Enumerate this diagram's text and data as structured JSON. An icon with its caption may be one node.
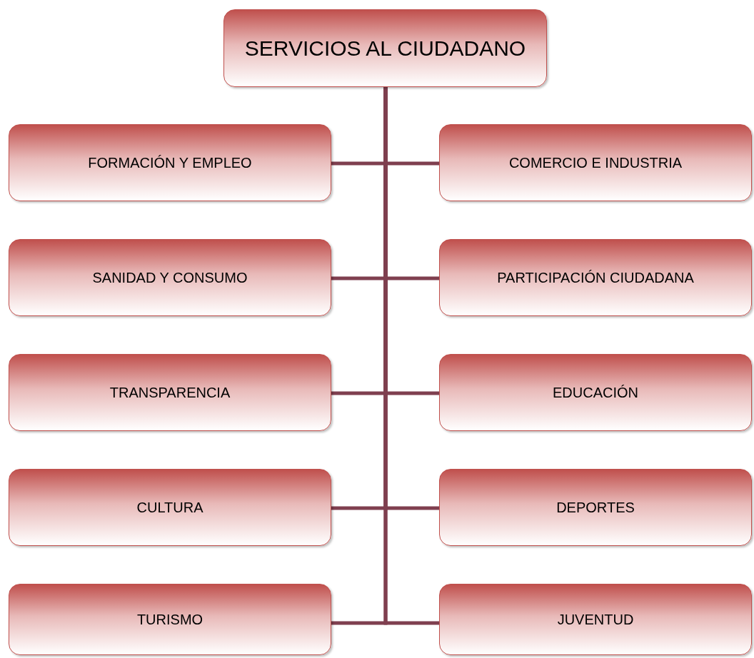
{
  "diagram": {
    "nodes": [
      {
        "text": [
          "SERVICIOS AL CIUDADANO"
        ]
      },
      {
        "text": [
          "FORMACIÓN Y EMPLEO"
        ]
      },
      {
        "text": [
          "COMERCIO E INDUSTRIA"
        ]
      },
      {
        "text": [
          "SANIDAD Y CONSUMO"
        ]
      },
      {
        "text": [
          "PARTICIPACIÓN CIUDADANA"
        ]
      },
      {
        "text": [
          "TRANSPARENCIA"
        ]
      },
      {
        "text": [
          "EDUCACIÓN"
        ]
      },
      {
        "text": [
          "CULTURA"
        ]
      },
      {
        "text": [
          "DEPORTES"
        ]
      },
      {
        "text": [
          "TURISMO"
        ]
      },
      {
        "text": [
          "JUVENTUD"
        ]
      }
    ],
    "edges": [
      {
        "from": 0,
        "to": 1,
        "arrow": "none"
      },
      {
        "from": 0,
        "to": 2,
        "arrow": "none"
      },
      {
        "from": 0,
        "to": 3,
        "arrow": "none"
      },
      {
        "from": 0,
        "to": 4,
        "arrow": "none"
      },
      {
        "from": 0,
        "to": 5,
        "arrow": "none"
      },
      {
        "from": 0,
        "to": 6,
        "arrow": "none"
      },
      {
        "from": 0,
        "to": 7,
        "arrow": "none"
      },
      {
        "from": 0,
        "to": 8,
        "arrow": "none"
      },
      {
        "from": 0,
        "to": 9,
        "arrow": "none"
      },
      {
        "from": 0,
        "to": 10,
        "arrow": "none"
      }
    ]
  }
}
